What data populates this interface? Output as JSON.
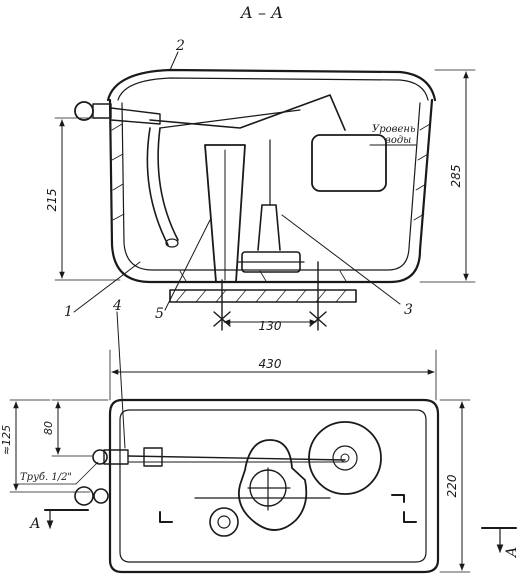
{
  "title": "А – А",
  "labels": {
    "n1": "1",
    "n2": "2",
    "n3": "3",
    "n4": "4",
    "n5": "5",
    "water_level_1": "Уровень",
    "water_level_2": "воды",
    "pipe": "Труб. 1/2\"",
    "section_left": "А",
    "section_right": "А"
  },
  "dimensions": {
    "height_total": "285",
    "height_inner": "215",
    "bolt_spacing": "130",
    "length": "430",
    "width": "220",
    "offset_80": "80",
    "offset_125": "≈125"
  }
}
